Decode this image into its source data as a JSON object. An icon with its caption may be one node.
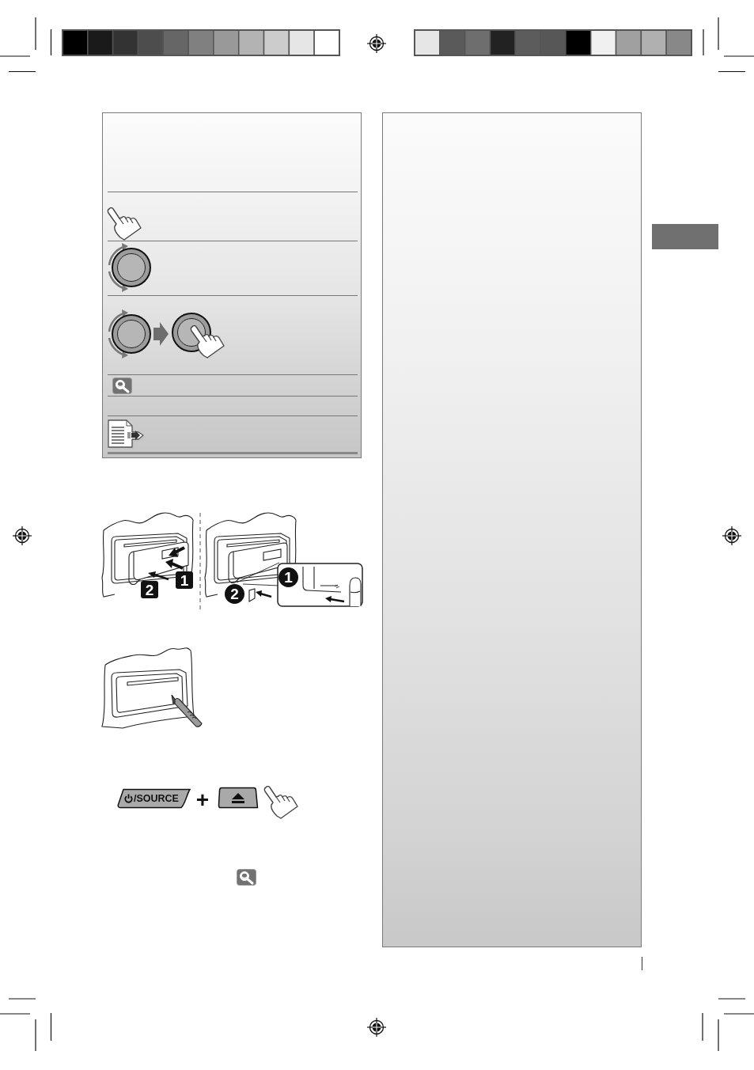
{
  "diagram": {
    "nodes": [
      {
        "text": [],
        "shape": "box"
      }
    ],
    "labels": [
      "1",
      "2",
      "1",
      "2",
      "/SOURCE",
      "+"
    ]
  }
}
